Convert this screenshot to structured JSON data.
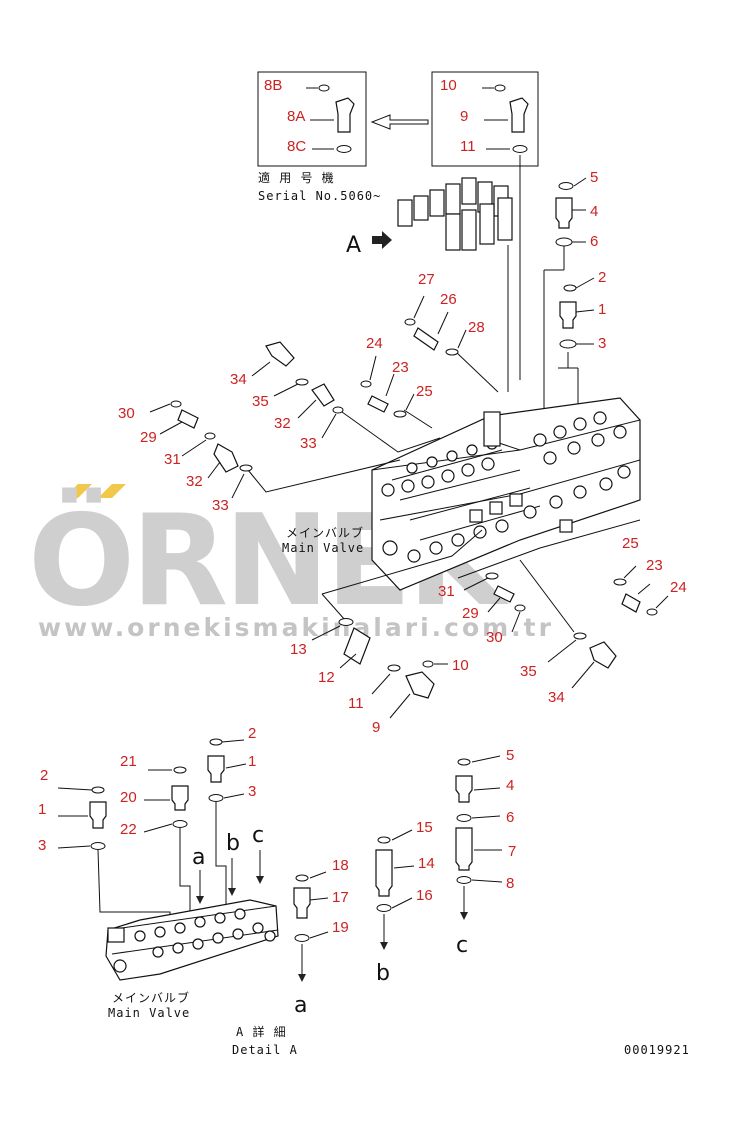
{
  "watermark": {
    "brand": "ÖRNEK",
    "url": "www.ornekismakinalari.com.tr",
    "accent_color": "#f2c84b"
  },
  "serial": {
    "jp": "適 用 号 機",
    "en": "Serial No.5060~"
  },
  "view_marker": "A",
  "main_valve_top": {
    "jp": "メインバルブ",
    "en": "Main Valve"
  },
  "main_valve_bottom": {
    "jp": "メインバルブ",
    "en": "Main Valve"
  },
  "detail": {
    "jp": "A 詳 細",
    "en": "Detail A"
  },
  "drawing_number": "00019921",
  "flow_marks": [
    "a",
    "b",
    "c"
  ],
  "box_left_labels": [
    "8B",
    "8A",
    "8C"
  ],
  "box_right_labels": [
    "10",
    "9",
    "11"
  ],
  "part_labels": {
    "top_1": "1",
    "top_2": "2",
    "top_3": "3",
    "top_4": "4",
    "top_5": "5",
    "top_6": "6",
    "top_12": "12",
    "top_13": "13",
    "top_9": "9",
    "top_10": "10",
    "top_11": "11",
    "top_23a": "23",
    "top_24a": "24",
    "top_25a": "25",
    "top_26": "26",
    "top_27": "27",
    "top_28": "28",
    "top_23b": "23",
    "top_24b": "24",
    "top_25b": "25",
    "top_29a": "29",
    "top_30a": "30",
    "top_31a": "31",
    "top_32a": "32",
    "top_33a": "33",
    "top_32b": "32",
    "top_33b": "33",
    "top_34a": "34",
    "top_35a": "35",
    "top_29b": "29",
    "top_30b": "30",
    "top_31b": "31",
    "top_34b": "34",
    "top_35b": "35",
    "bot_1": "1",
    "bot_2": "2",
    "bot_3": "3",
    "bot_1b": "1",
    "bot_2b": "2",
    "bot_3b": "3",
    "bot_20": "20",
    "bot_21": "21",
    "bot_22": "22",
    "bot_4": "4",
    "bot_5": "5",
    "bot_6": "6",
    "bot_7": "7",
    "bot_8": "8",
    "bot_14": "14",
    "bot_15": "15",
    "bot_16": "16",
    "bot_17": "17",
    "bot_18": "18",
    "bot_19": "19"
  }
}
